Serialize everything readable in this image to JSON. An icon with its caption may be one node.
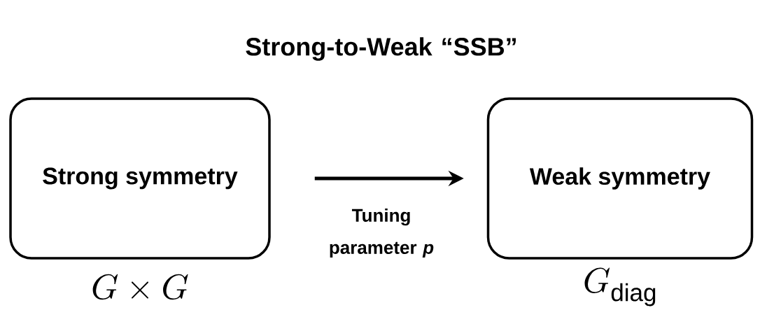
{
  "diagram": {
    "title": "Strong-to-Weak “SSB”",
    "nodes": [
      {
        "text": [
          "Strong symmetry"
        ],
        "beside": [
          "G \\times G"
        ]
      },
      {
        "text": [
          "Weak symmetry"
        ],
        "beside": [
          "G_{\\mathrm{diag}}"
        ]
      }
    ],
    "edges": [
      {
        "from": 0,
        "to": 1,
        "arrow": "to",
        "label": "Tuning parameter *p*"
      }
    ]
  }
}
